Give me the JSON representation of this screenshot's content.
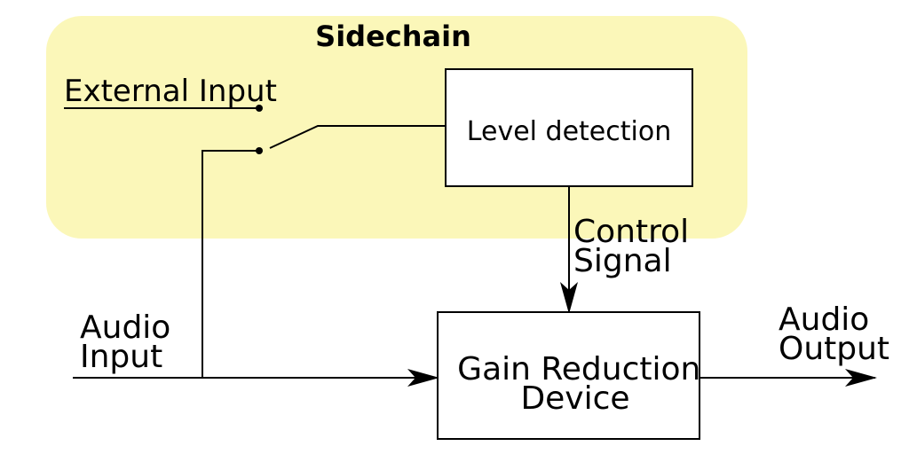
{
  "colors": {
    "sidechain_background": "#fbf7b9",
    "line": "#000000",
    "box_fill": "#ffffff"
  },
  "sidechain": {
    "title": "Sidechain",
    "external_input_label": "External Input",
    "level_detection_label": "Level detection"
  },
  "control_signal": {
    "line1": "Control",
    "line2": "Signal"
  },
  "audio_input": {
    "line1": "Audio",
    "line2": "Input"
  },
  "gain_reduction": {
    "line1": "Gain Reduction",
    "line2": "Device"
  },
  "audio_output": {
    "line1": "Audio",
    "line2": "Output"
  }
}
